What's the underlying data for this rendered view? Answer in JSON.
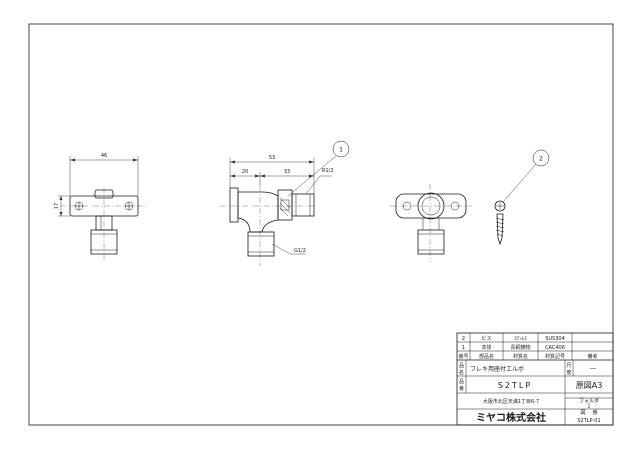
{
  "dimensions": {
    "front_width": "46",
    "front_height": "17",
    "side_total": "53",
    "side_left": "20",
    "side_right": "33",
    "thread_top": "R1/2",
    "thread_bottom": "G1/2"
  },
  "balloons": [
    "1",
    "2"
  ],
  "parts_list": [
    {
      "no": "2",
      "name": "ビス",
      "material": "ｽﾃﾝﾚｽ",
      "code": "SUS304",
      "note": ""
    },
    {
      "no": "1",
      "name": "本体",
      "material": "青銅鋳物",
      "code": "CAC406",
      "note": ""
    }
  ],
  "parts_header": {
    "no": "番号",
    "name": "部品名",
    "material": "材質名",
    "code": "材質記号",
    "note": "備考"
  },
  "title_block": {
    "product_label_1": "品",
    "product_label_2": "名",
    "product_name": "フレキ用座付エルボ",
    "scale_label_1": "尺",
    "scale_label_2": "度",
    "scale_value": "―",
    "model_label_1": "品",
    "model_label_2": "番",
    "model_number": "S2TLP",
    "original_size": "原図A3",
    "address": "大阪市北区天満1丁目6-7",
    "folder_label": "フォルダ",
    "folder_value": "1",
    "drawing_label_1": "図",
    "drawing_label_2": "番",
    "drawing_number": "S2TLP-01",
    "company": "ミヤコ株式会社"
  }
}
